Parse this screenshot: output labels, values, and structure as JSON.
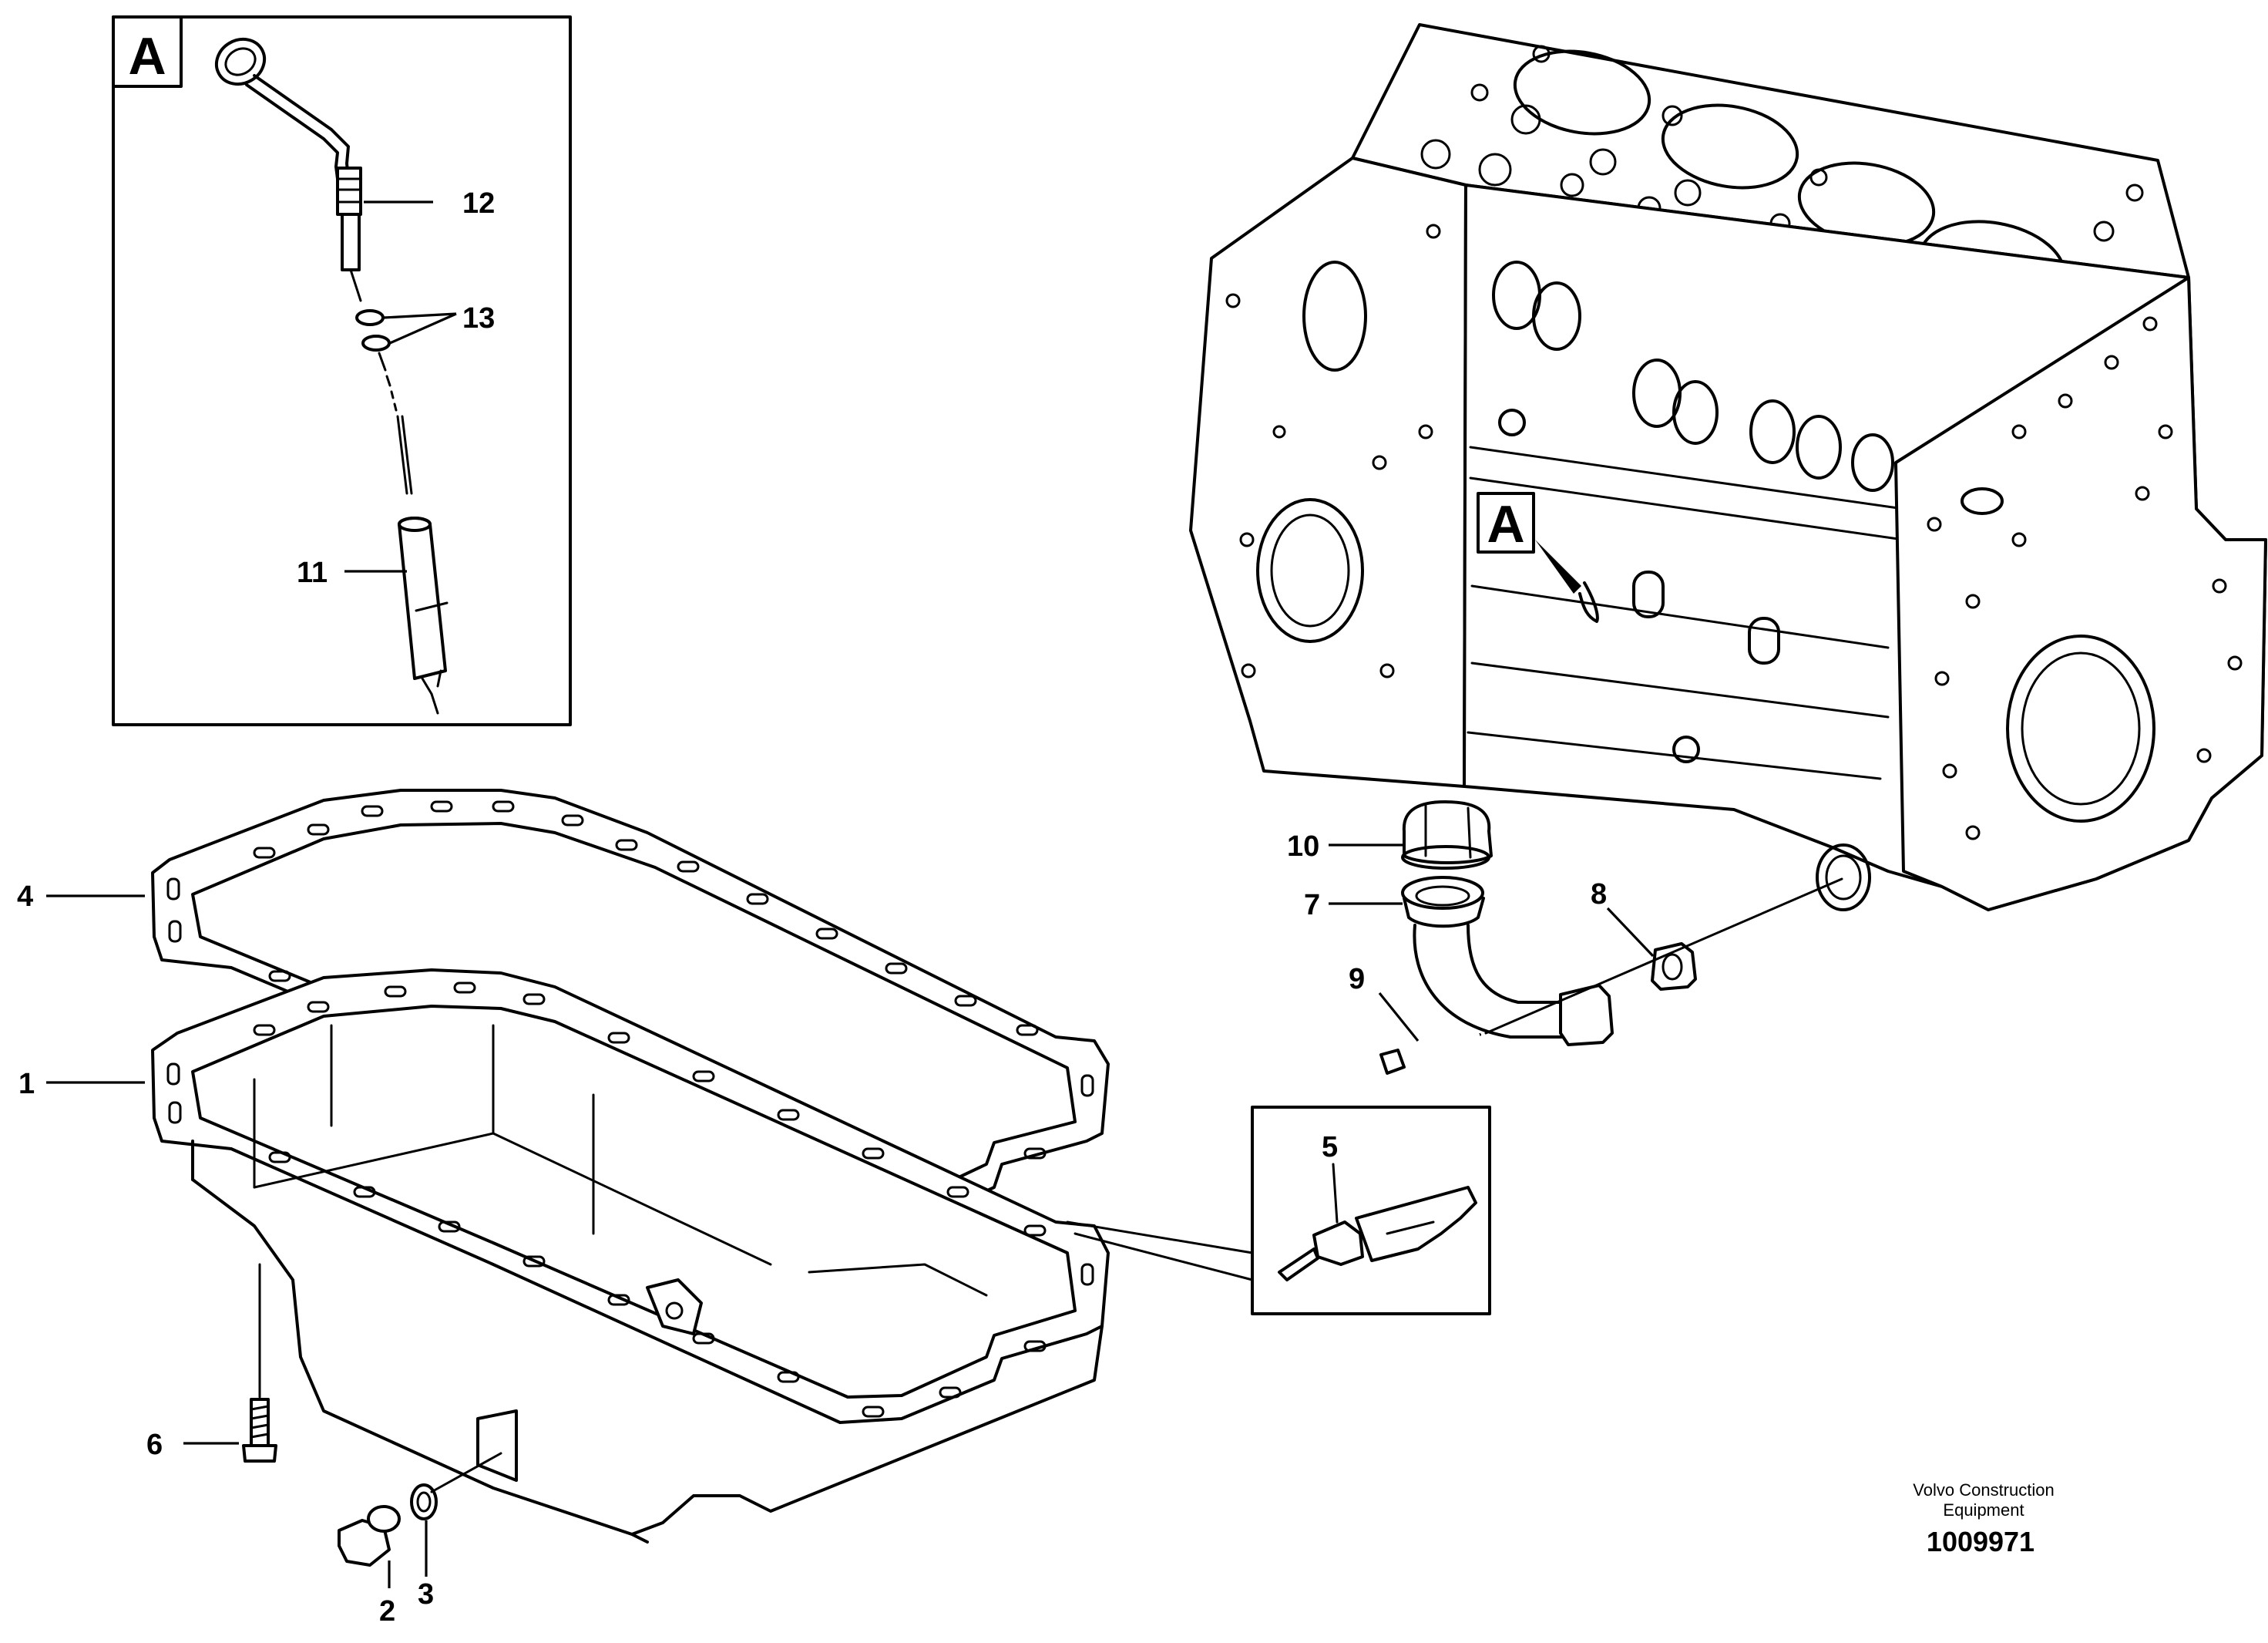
{
  "detail_box": {
    "label": "A"
  },
  "engine_marker": {
    "label": "A"
  },
  "callouts": {
    "c1": "1",
    "c2": "2",
    "c3": "3",
    "c4": "4",
    "c5": "5",
    "c6": "6",
    "c7": "7",
    "c8": "8",
    "c9": "9",
    "c10": "10",
    "c11": "11",
    "c12": "12",
    "c13": "13"
  },
  "footer": {
    "brand_line1": "Volvo Construction",
    "brand_line2": "Equipment",
    "document_number": "1009971"
  }
}
